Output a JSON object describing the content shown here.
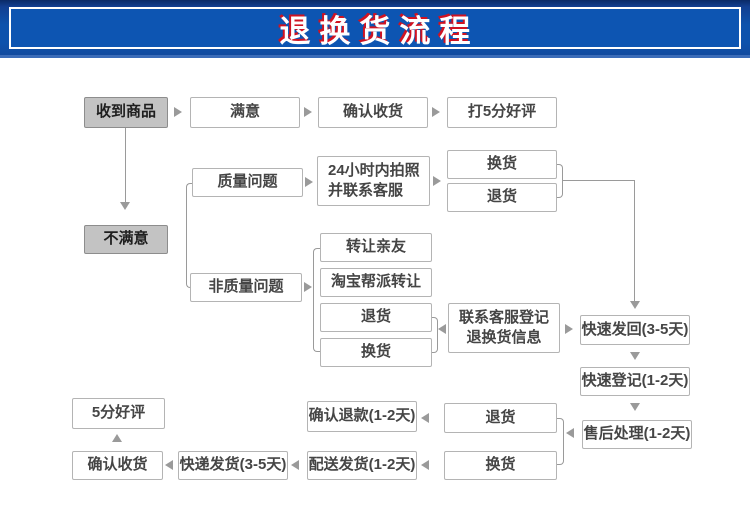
{
  "banner": {
    "title": "退换货流程",
    "bg_outer": "#123f90",
    "bg_inner": "#0d55b2",
    "frame_color": "#ffffff",
    "title_color": "#ffffff",
    "title_accent": "#cf1322"
  },
  "flow": {
    "received": "收到商品",
    "satisfied": "满意",
    "confirm_receipt_top": "确认收货",
    "five_star_top": "打5分好评",
    "unsatisfied": "不满意",
    "quality_issue": "质量问题",
    "photo_24h": "24小时内拍照\n并联系客服",
    "exchange_quality": "换货",
    "return_quality": "退货",
    "non_quality_issue": "非质量问题",
    "transfer_friends": "转让亲友",
    "taobao_transfer": "淘宝帮派转让",
    "return_non_quality": "退货",
    "exchange_non_quality": "换货",
    "contact_cs": "联系客服登记\n退换货信息",
    "fast_send_back": "快速发回(3-5天)",
    "fast_register": "快速登记(1-2天)",
    "after_sale": "售后处理(1-2天)",
    "return_bottom": "退货",
    "exchange_bottom": "换货",
    "confirm_refund": "确认退款(1-2天)",
    "dispatch_goods": "配送发货(1-2天)",
    "express_goods": "快递发货(3-5天)",
    "confirm_receipt_bottom": "确认收货",
    "five_star_bottom": "5分好评"
  },
  "colors": {
    "node_border": "#b4b4b4",
    "node_text": "#454545",
    "gray_node_bg": "#c3c3c3",
    "connector": "#9a9a9a",
    "page_bg": "#ffffff"
  }
}
